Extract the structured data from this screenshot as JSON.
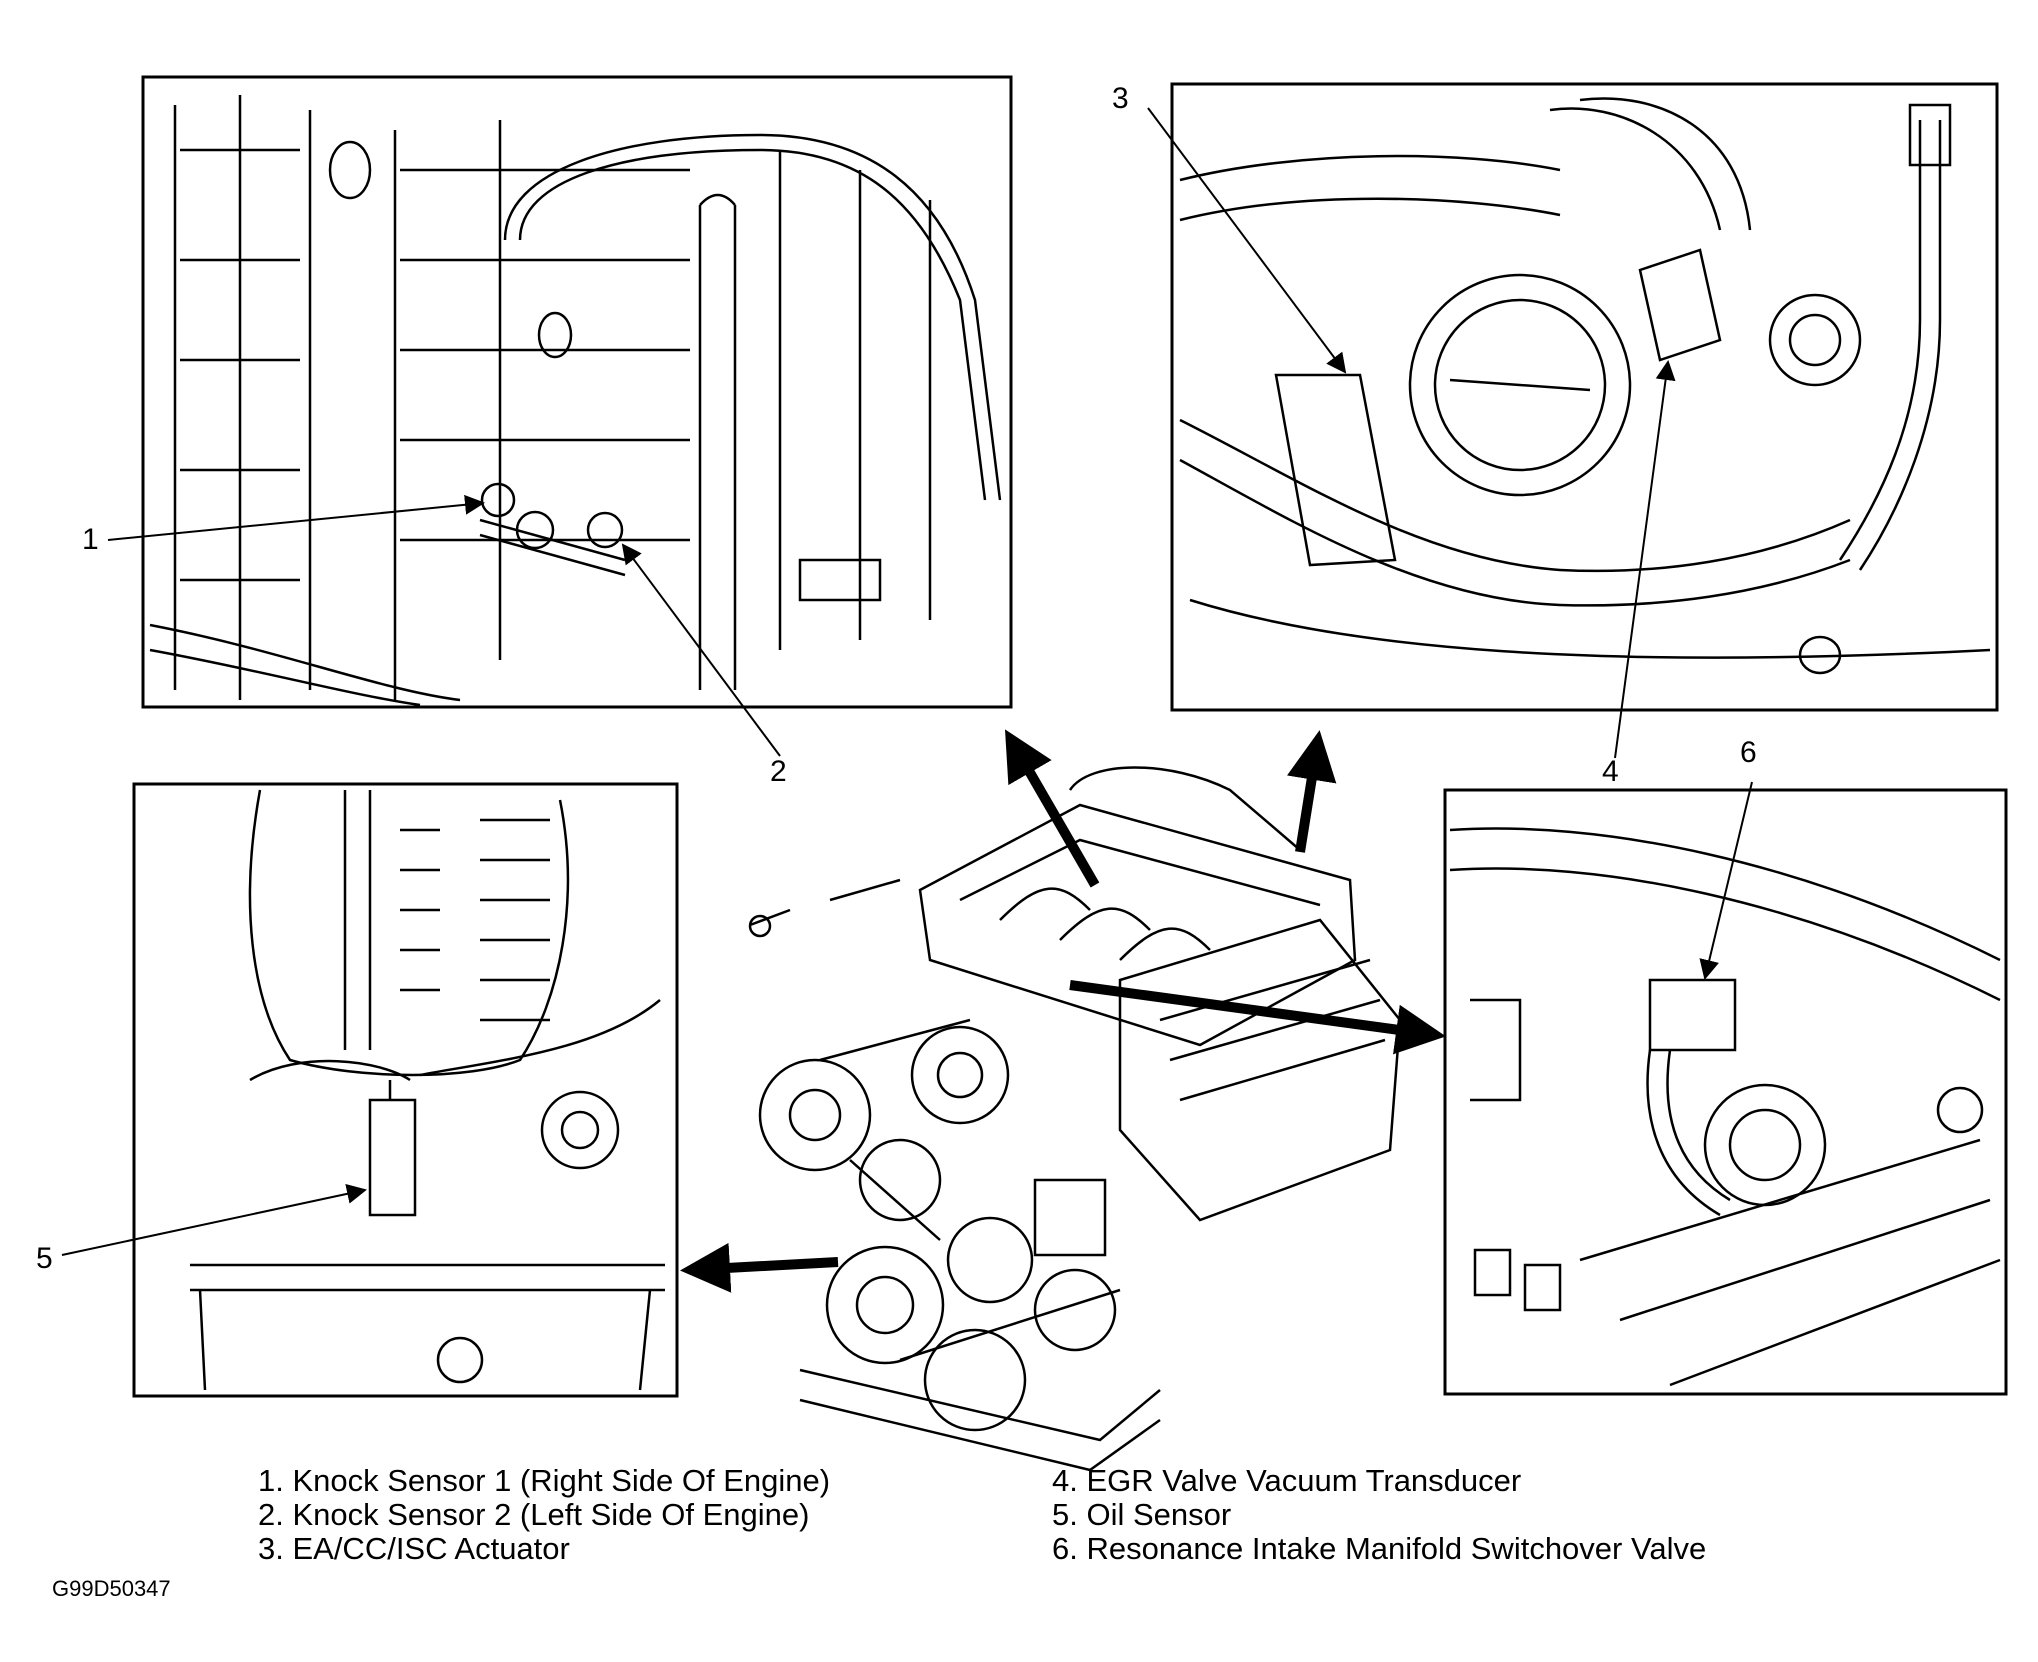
{
  "callouts": [
    "1",
    "2",
    "3",
    "4",
    "5",
    "6"
  ],
  "legend": {
    "left": [
      "1. Knock Sensor 1 (Right Side Of Engine)",
      "2. Knock Sensor 2 (Left Side Of Engine)",
      "3. EA/CC/ISC Actuator"
    ],
    "right": [
      "4. EGR Valve Vacuum Transducer",
      "5. Oil Sensor",
      "6. Resonance Intake Manifold Switchover Valve"
    ]
  },
  "figure_code": "G99D50347"
}
